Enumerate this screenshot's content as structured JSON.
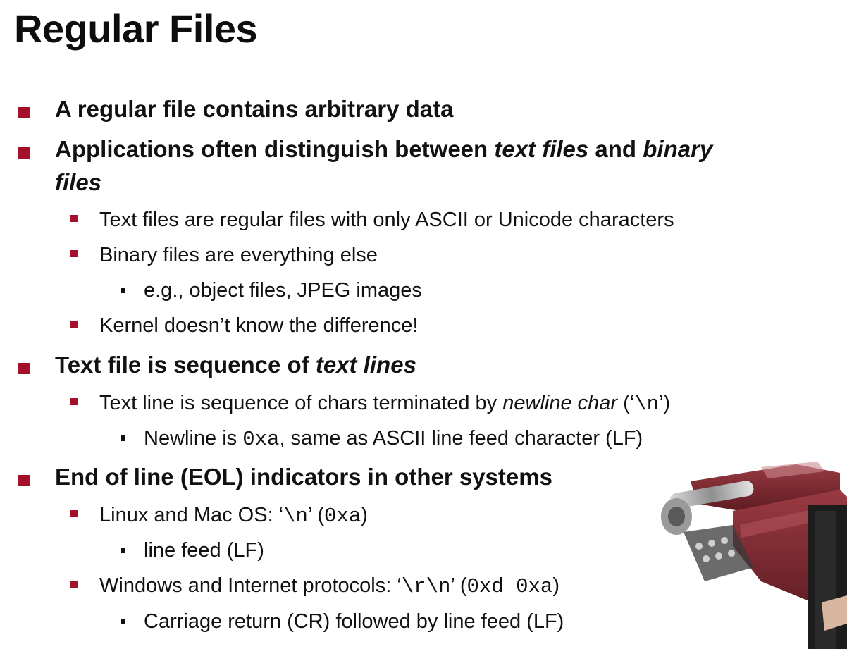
{
  "slide": {
    "title": "Regular Files",
    "b1": "A regular file contains arbitrary data",
    "b2": {
      "p1": "Applications often distinguish between ",
      "e1": "text files",
      "p2": " and ",
      "e2": "binary",
      "e3": "files"
    },
    "b2_1": "Text files are regular files with only ASCII or Unicode characters",
    "b2_2": "Binary files are everything else",
    "b2_2_1": "e.g., object files, JPEG images",
    "b2_3": "Kernel doesn’t know the difference!",
    "b3": {
      "p1": "Text file is sequence of ",
      "e1": "text lines"
    },
    "b3_1": {
      "p1": "Text line is sequence of chars terminated by ",
      "e1": "newline char",
      "p2": " (‘",
      "c1": "\\n",
      "p3": "’)"
    },
    "b3_1_1": {
      "p1": "Newline is ",
      "c1": "0xa",
      "p2": ", same as ASCII line feed character (LF)"
    },
    "b4": "End of line (EOL) indicators in other systems",
    "b4_1": {
      "p1": "Linux and Mac OS: ‘",
      "c1": "\\n",
      "p2": "’ (",
      "c2": "0xa",
      "p3": ")"
    },
    "b4_1_1": "line feed (LF)",
    "b4_2": {
      "p1": "Windows and Internet protocols: ‘",
      "c1": "\\r\\n",
      "p2": "’ (",
      "c2": "0xd 0xa",
      "p3": ")"
    },
    "b4_2_1": "Carriage return (CR) followed by line feed (LF)"
  },
  "colors": {
    "bullet": "#a3122a",
    "text": "#111111",
    "background": "#ffffff"
  }
}
